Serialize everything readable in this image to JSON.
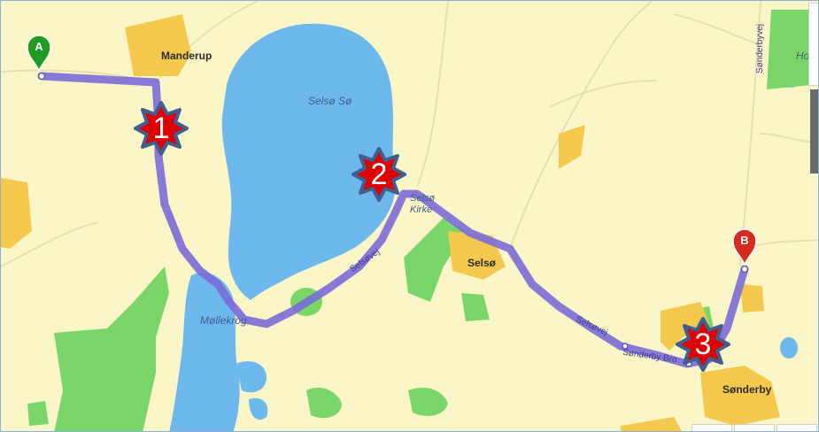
{
  "map": {
    "places": {
      "manderup": "Manderup",
      "selso_so": "Selsø Sø",
      "selso_kirke_line1": "Selsø",
      "selso_kirke_line2": "Kirke",
      "selso": "Selsø",
      "mollekrog": "Møllekrog",
      "sonderby": "Sønderby",
      "sonderbyvej": "Sønderbyvej",
      "ho": "Ho"
    },
    "roads": {
      "selsovej_1": "Selsøvej",
      "selsovej_2": "Selsøvej",
      "sonderby_bro": "Sønderby Bro"
    },
    "pins": {
      "start": "A",
      "end": "B"
    },
    "waypoints": {
      "one": "1",
      "two": "2",
      "three": "3"
    },
    "colors": {
      "land": "#fbf6c8",
      "water": "#6db9ee",
      "forest": "#7bd66a",
      "settlement": "#f4c94d",
      "route": "#7b6bd8",
      "pin_start": "#1f9b23",
      "pin_end": "#d62a20",
      "waypoint_fill": "#e00000",
      "waypoint_border": "#3f5f8f"
    },
    "icons": {
      "start_pin": "map-pin-icon",
      "end_pin": "map-pin-icon",
      "waypoint": "star-badge-icon"
    }
  }
}
